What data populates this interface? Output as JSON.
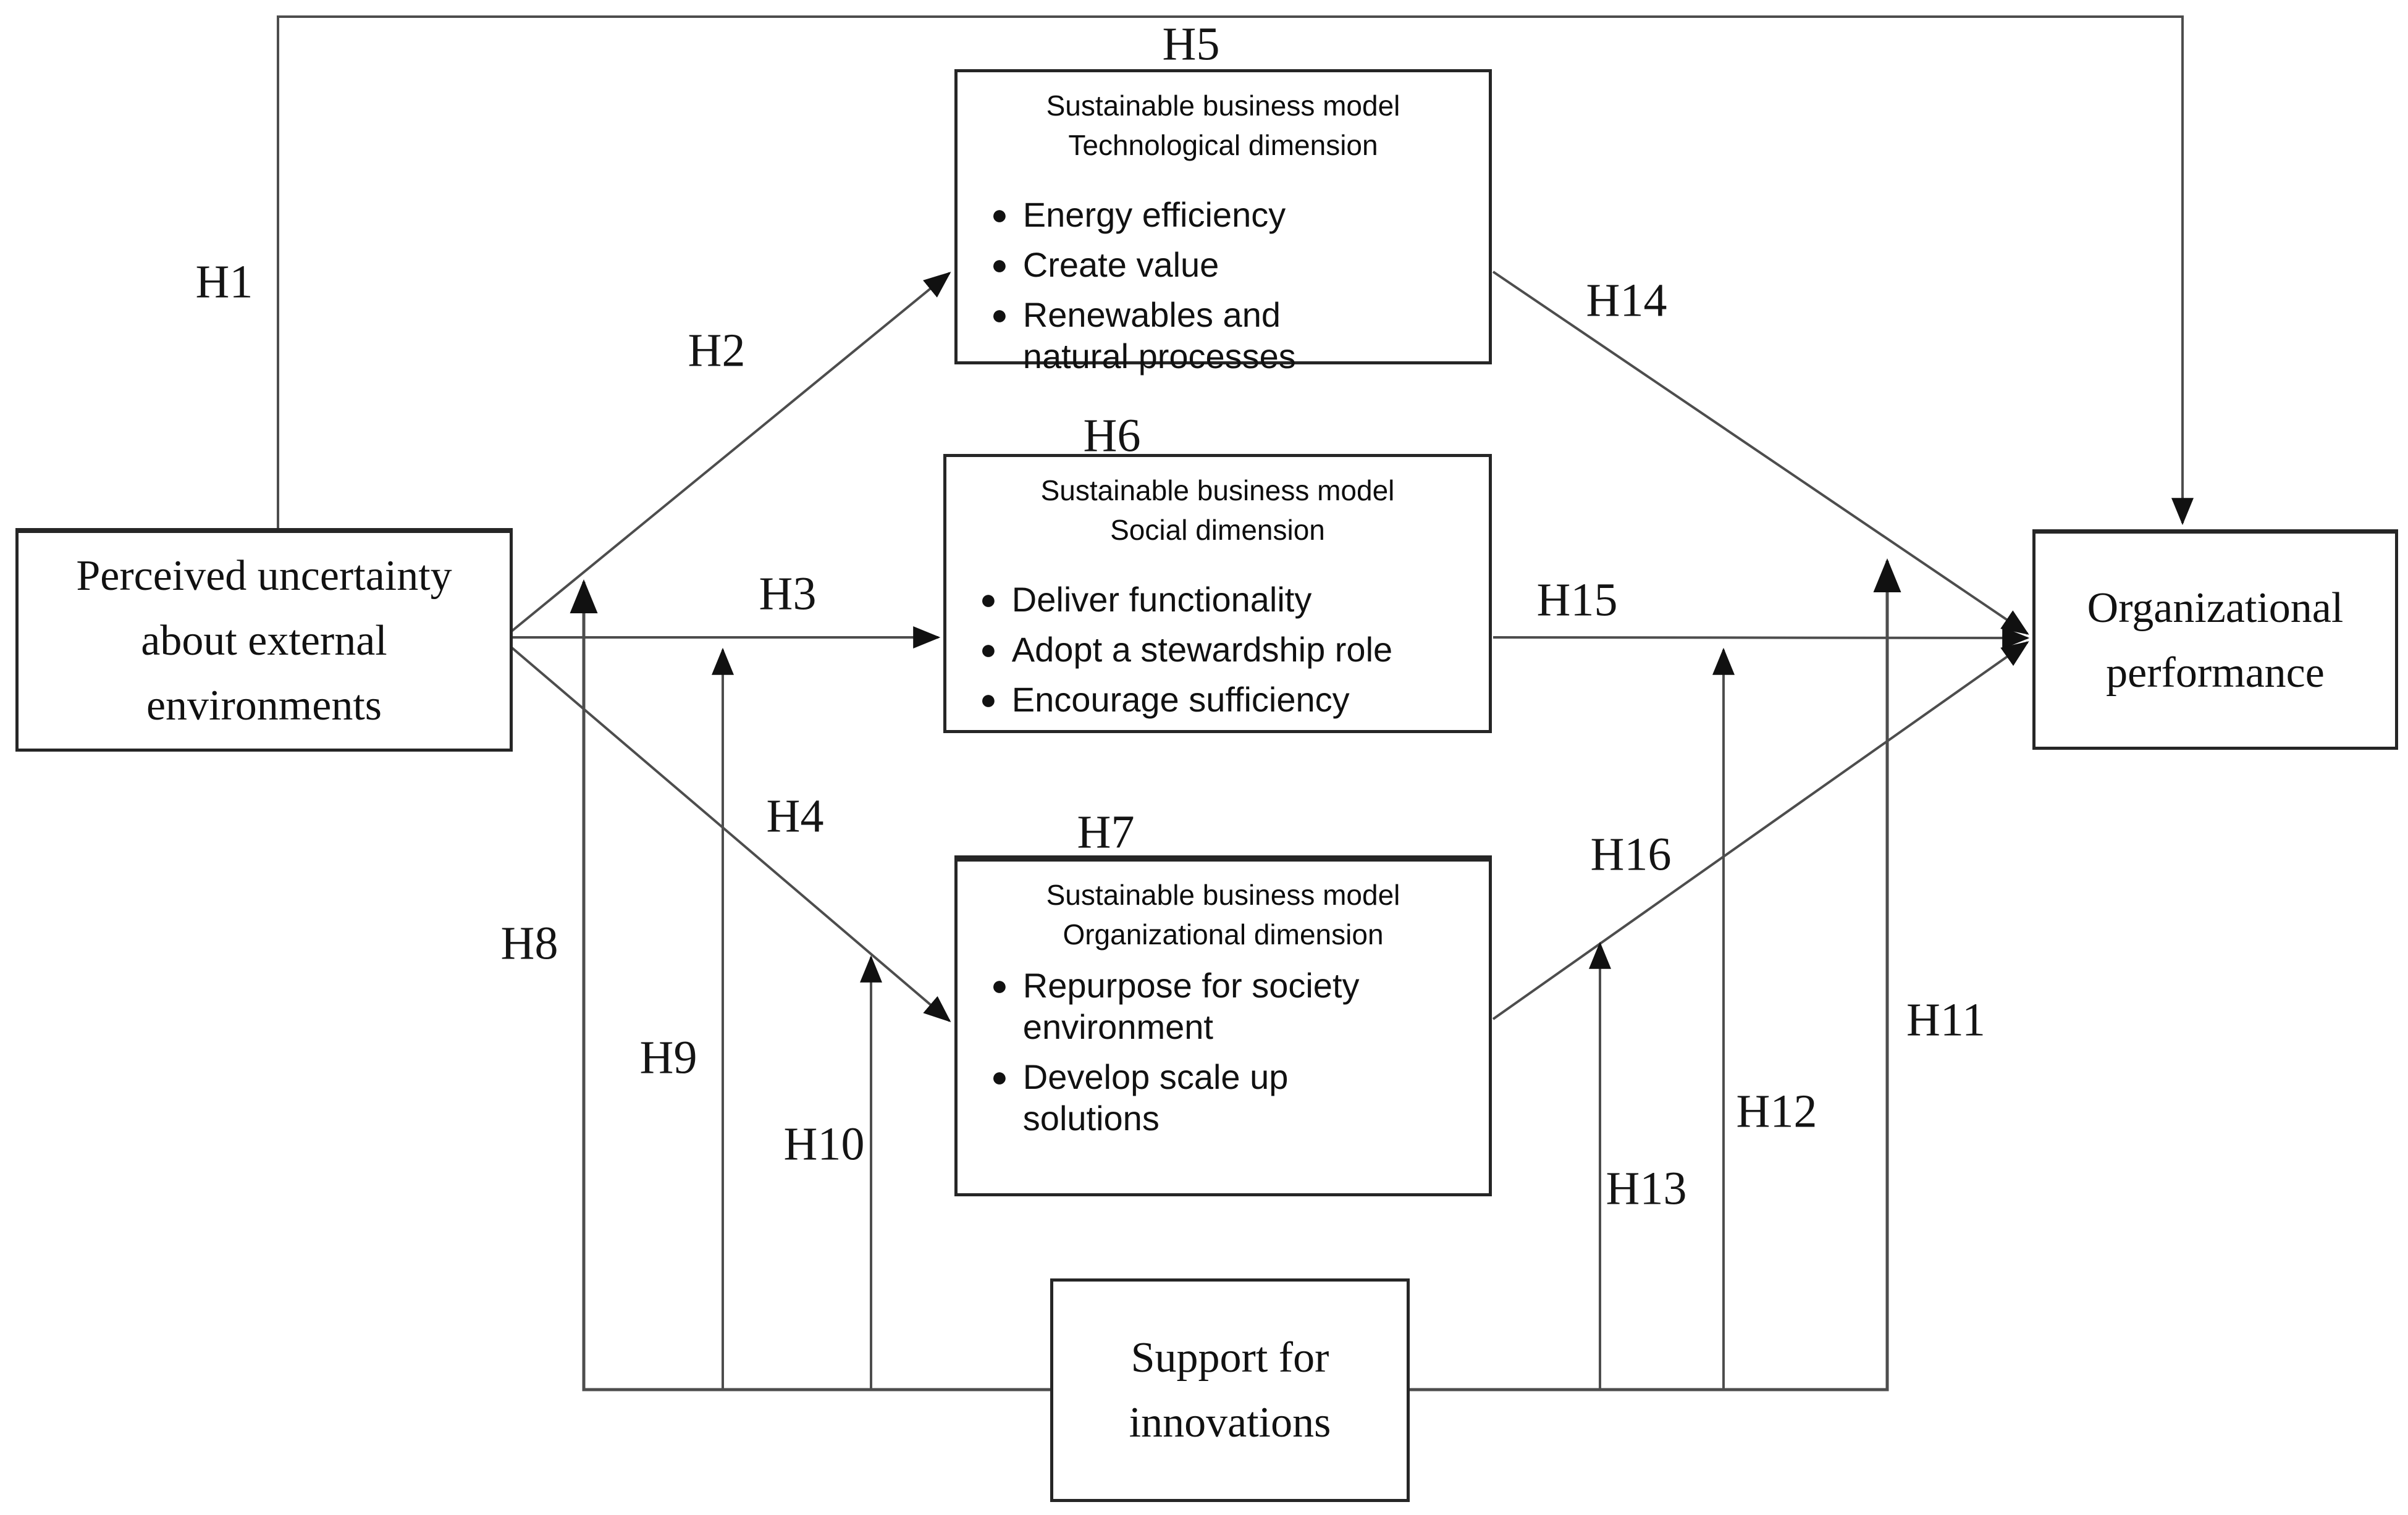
{
  "diagram": {
    "boxes": {
      "perceived": {
        "text": "Perceived uncertainty about external environments"
      },
      "tech": {
        "title1": "Sustainable business model",
        "title2": "Technological dimension",
        "bullets": [
          "Energy efficiency",
          "Create value",
          "Renewables and natural processes"
        ]
      },
      "social": {
        "title1": "Sustainable business model",
        "title2": "Social dimension",
        "bullets": [
          "Deliver functionality",
          "Adopt a stewardship role",
          "Encourage sufficiency"
        ]
      },
      "org": {
        "title1": "Sustainable business model",
        "title2": "Organizational dimension",
        "bullets": [
          "Repurpose for society environment",
          "Develop scale up solutions"
        ]
      },
      "performance": {
        "text": "Organizational performance"
      },
      "support": {
        "text": "Support for innovations"
      }
    },
    "labels": {
      "h1": "H1",
      "h2": "H2",
      "h3": "H3",
      "h4": "H4",
      "h5": "H5",
      "h6": "H6",
      "h7": "H7",
      "h8": "H8",
      "h9": "H9",
      "h10": "H10",
      "h11": "H11",
      "h12": "H12",
      "h13": "H13",
      "h14": "H14",
      "h15": "H15",
      "h16": "H16"
    },
    "bullet_glyph": "●",
    "colors": {
      "line": "#4d4d4d",
      "arrow": "#111111",
      "border": "#262626",
      "text": "#111111",
      "background": "#ffffff"
    }
  }
}
